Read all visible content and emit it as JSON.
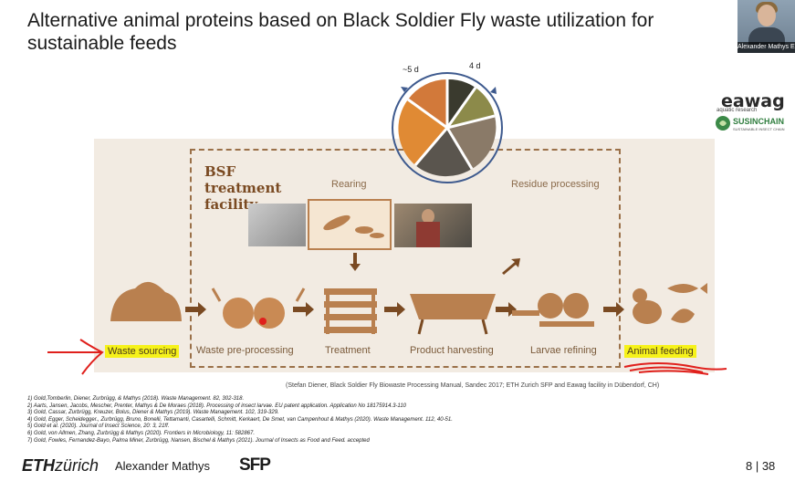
{
  "slide": {
    "title": "Alternative animal proteins based on Black Soldier Fly waste utilization for sustainable feeds",
    "facility_label": "BSF treatment facility",
    "rearing_label": "Rearing",
    "residue_label": "Residue processing",
    "cycle_labels": {
      "left": "~5 d",
      "right": "4 d"
    },
    "steps": [
      "Waste sourcing",
      "Waste pre-processing",
      "Treatment",
      "Product harvesting",
      "Larvae refining",
      "Animal feeding"
    ],
    "credit": "(Stefan Diener, Black Soldier Fly Biowaste Processing Manual, Sandec 2017; ETH Zurich SFP and Eawag facility in Dübendorf, CH)",
    "references": [
      "1) Gold,Tomberlin, Diener, Zurbrügg, & Mathys (2018). Waste Management. 82, 302-318.",
      "2) Aarts, Jansen, Jacobs, Mescher, Prenter, Mathys & De Moraes (2018). Processing of insect larvae. EU patent application. Application No 18175914.3-110",
      "3) Gold, Cassar, Zurbrügg, Kreuzer, Bolus, Diener & Mathys (2019). Waste Management. 102, 319-329.",
      "4) Gold, Egger, Scheidegger., Zurbrügg, Bruno, Bonelli, Tettamanti, Casartelli, Schmitt, Kerkaert, De Smet, van Campenhout & Mathys (2020). Waste Management. 112, 40-51.",
      "5) Gold et al.  (2020). Journal of Insect Science, 20: 3, 21ff.",
      "6) Gold, von Allmen, Zhang, Zurbrügg & Mathys (2020). Frontiers in Microbiology, 11: 582867.",
      "7) Gold, Fowles, Fernandez-Bayo, Palma Miner, Zurbrügg, Nansen, Bischel & Mathys (2021). Journal of Insects as Food and Feed. accepted"
    ],
    "logos": {
      "eawag": "eawag",
      "eawag_sub": "aquatic research",
      "susinchain": "SUSINCHAIN",
      "susinchain_sub": "SUSTAINABLE INSECT CHAIN"
    }
  },
  "footer": {
    "eth_bold": "ETH",
    "eth_rest": "zürich",
    "presenter": "Alexander Mathys",
    "sfp": "SFP",
    "page": "8 | 38"
  },
  "video": {
    "participant_name": "Alexander Mathys E..."
  },
  "colors": {
    "accent_brown": "#b9804f",
    "dark_brown": "#7a4a22",
    "highlight": "#f6f21a",
    "annotation": "#e0201c"
  }
}
